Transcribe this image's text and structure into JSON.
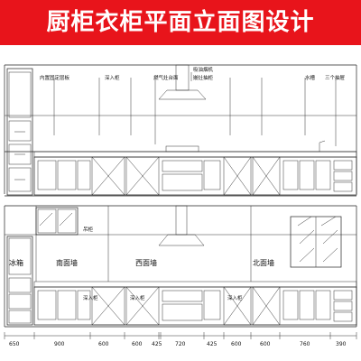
{
  "title": "厨柜衣柜平面立面图设计",
  "colors": {
    "banner": "#e8141b",
    "line": "#222222"
  },
  "top_elevation": {
    "labels": {
      "inner_partition": "内置固定层板",
      "deep_cabinet": "深入柜",
      "gas_cooker": "燃气灶台面",
      "range_hood": "吸油烟机",
      "stove_front": "嵌灶抽柜",
      "sink": "水槽",
      "three_drawers": "三个抽屉"
    }
  },
  "bottom_elevation": {
    "labels": {
      "fridge": "冰箱",
      "wall_cabinet": "吊柜",
      "south_wall": "南面墙",
      "west_wall": "西面墙",
      "north_wall": "北面墙",
      "deep_cabinet_a": "深入柜",
      "deep_cabinet_b": "深入柜",
      "deep_cabinet_c": "深入柜"
    },
    "dimensions": [
      "650",
      "900",
      "600",
      "600",
      "425",
      "720",
      "425",
      "600",
      "600",
      "760",
      "390"
    ]
  }
}
